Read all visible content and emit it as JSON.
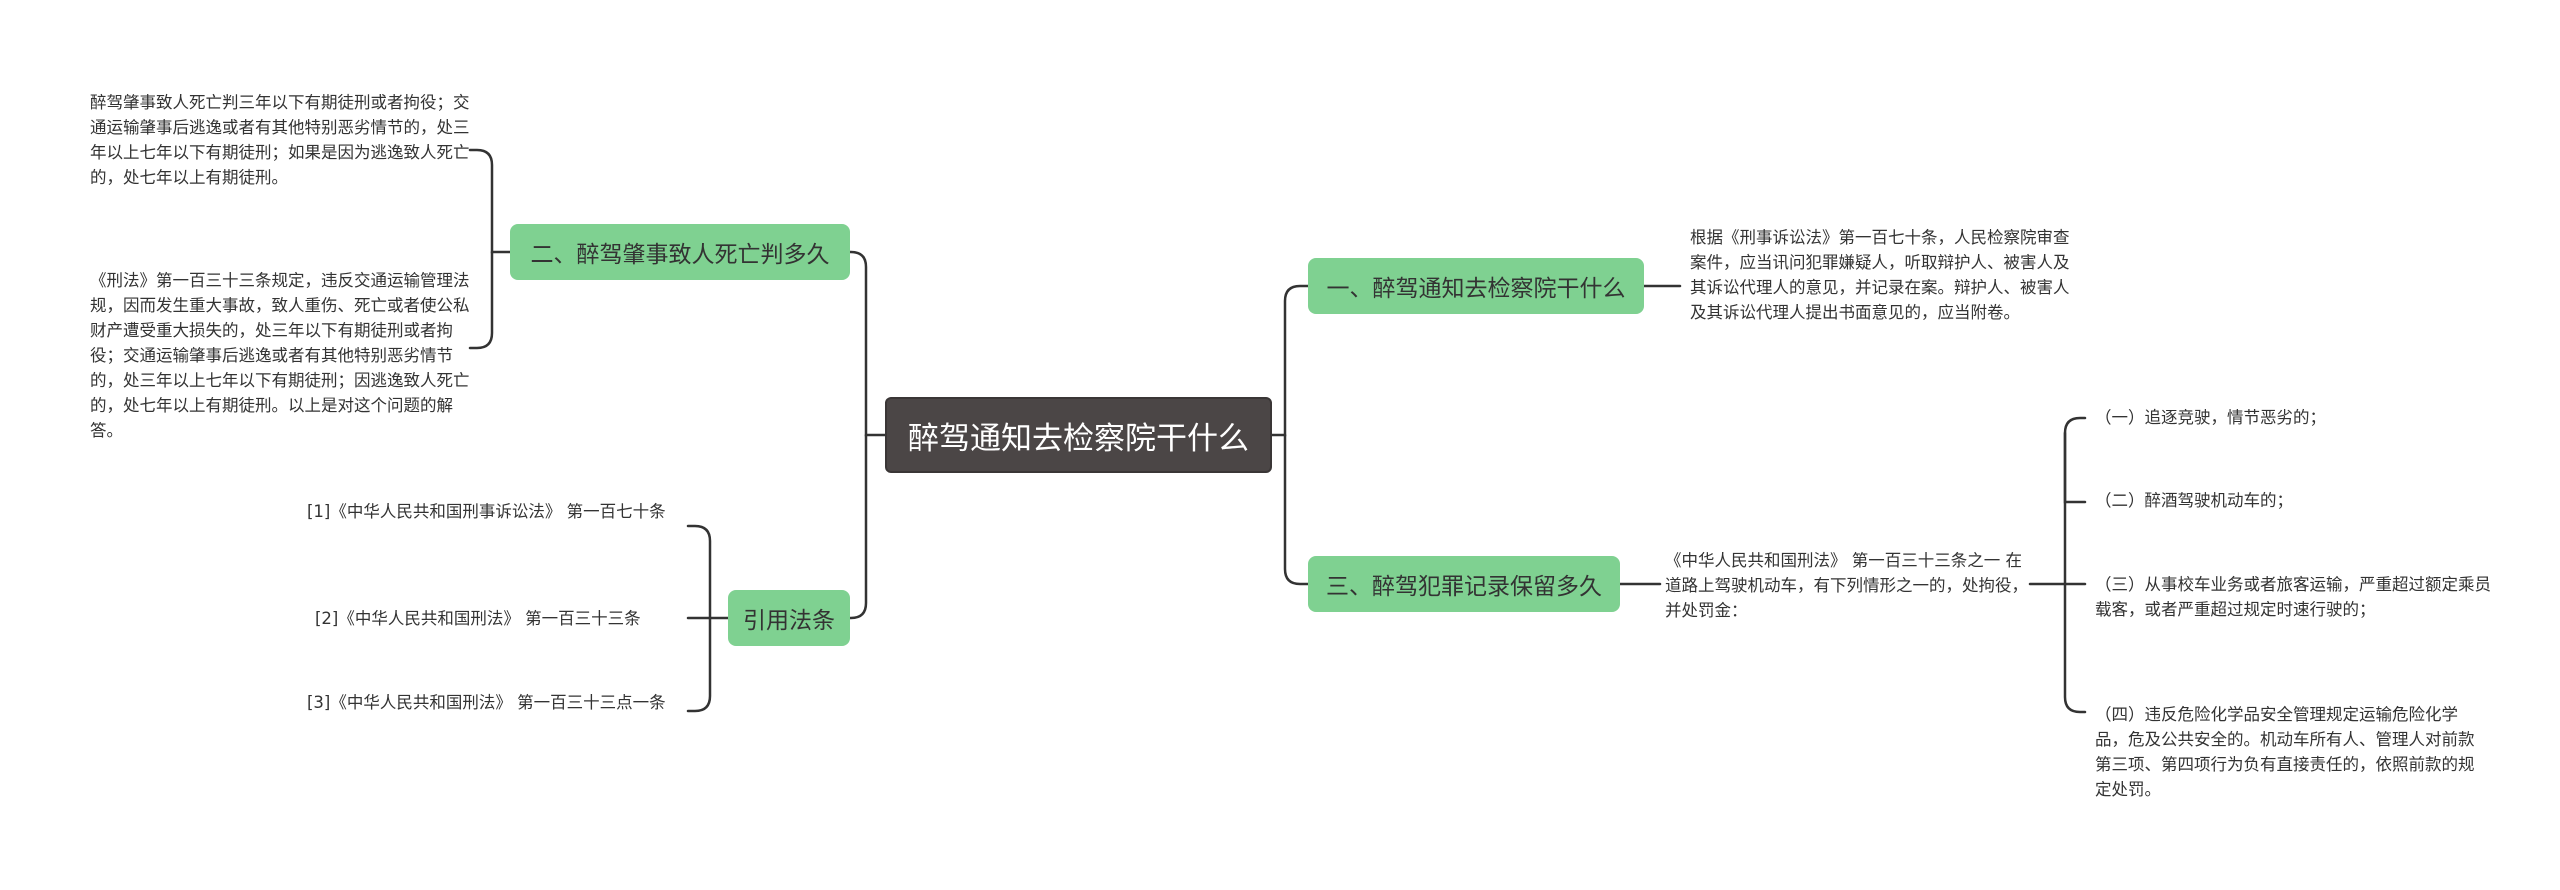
{
  "root": {
    "label": "醉驾通知去检察院干什么"
  },
  "branches": {
    "b1": {
      "label": "一、醉驾通知去检察院干什么",
      "leaves": [
        "根据《刑事诉讼法》第一百七十条，人民检察院审查案件，应当讯问犯罪嫌疑人，听取辩护人、被害人及其诉讼代理人的意见，并记录在案。辩护人、被害人及其诉讼代理人提出书面意见的，应当附卷。"
      ]
    },
    "b2": {
      "label": "二、醉驾肇事致人死亡判多久",
      "leaves": [
        "醉驾肇事致人死亡判三年以下有期徒刑或者拘役；交通运输肇事后逃逸或者有其他特别恶劣情节的，处三年以上七年以下有期徒刑；如果是因为逃逸致人死亡的，处七年以上有期徒刑。",
        "《刑法》第一百三十三条规定，违反交通运输管理法规，因而发生重大事故，致人重伤、死亡或者使公私财产遭受重大损失的，处三年以下有期徒刑或者拘役；交通运输肇事后逃逸或者有其他特别恶劣情节的，处三年以上七年以下有期徒刑；因逃逸致人死亡的，处七年以上有期徒刑。以上是对这个问题的解答。"
      ]
    },
    "b3": {
      "label": "三、醉驾犯罪记录保留多久",
      "mid": "《中华人民共和国刑法》 第一百三十三条之一 在道路上驾驶机动车，有下列情形之一的，处拘役，并处罚金：",
      "leaves": [
        "（一）追逐竞驶，情节恶劣的；",
        "（二）醉酒驾驶机动车的；",
        "（三）从事校车业务或者旅客运输，严重超过额定乘员载客，或者严重超过规定时速行驶的；",
        "（四）违反危险化学品安全管理规定运输危险化学品，危及公共安全的。机动车所有人、管理人对前款第三项、第四项行为负有直接责任的，依照前款的规定处罚。"
      ]
    },
    "b4": {
      "label": "引用法条",
      "leaves": [
        "[1]《中华人民共和国刑事诉讼法》 第一百七十条",
        "[2]《中华人民共和国刑法》 第一百三十三条",
        "[3]《中华人民共和国刑法》 第一百三十三点一条"
      ]
    }
  },
  "colors": {
    "root_bg": "#4b4646",
    "branch_bg": "#7fd191",
    "line": "#333333",
    "text": "#333333"
  }
}
